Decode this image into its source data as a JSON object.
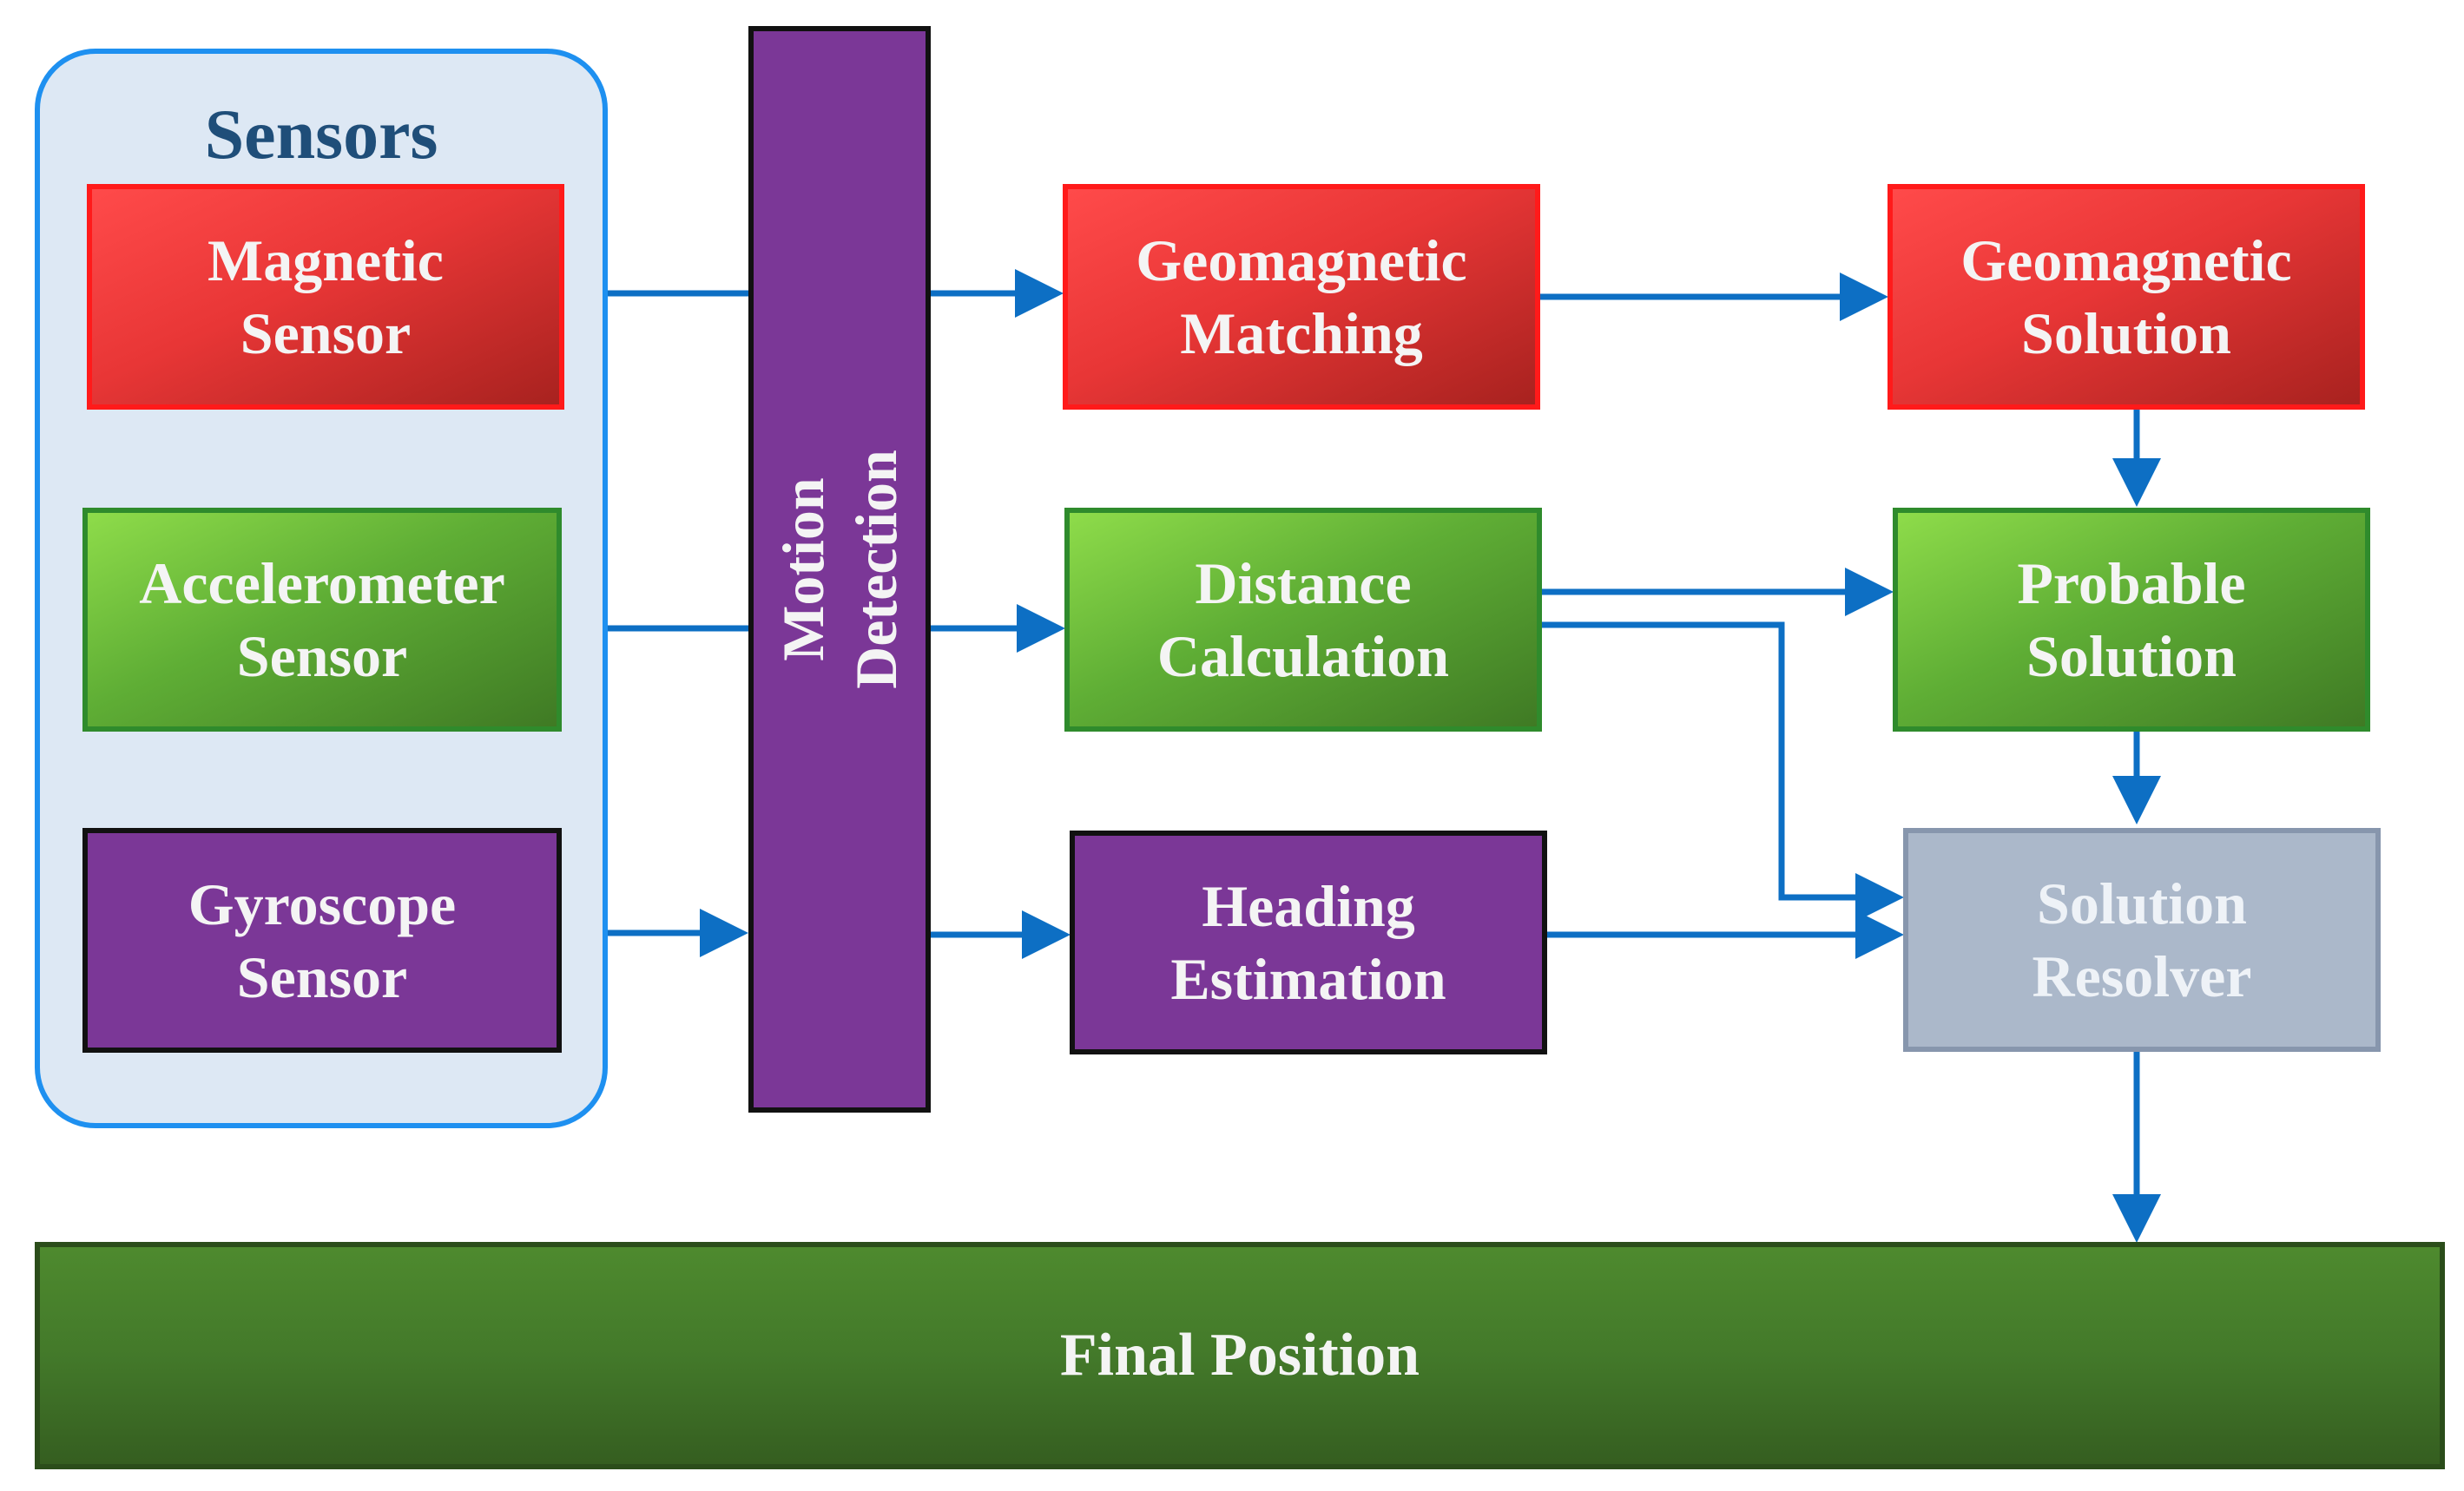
{
  "sensors_group": {
    "title": "Sensors",
    "magnetic": [
      "Magnetic",
      "Sensor"
    ],
    "accelerometer": [
      "Accelerometer",
      "Sensor"
    ],
    "gyroscope": [
      "Gyroscope",
      "Sensor"
    ]
  },
  "motion_detection": [
    "Motion",
    "Detection"
  ],
  "processing": {
    "geomagnetic_matching": [
      "Geomagnetic",
      "Matching"
    ],
    "distance_calculation": [
      "Distance",
      "Calculation"
    ],
    "heading_estimation": [
      "Heading",
      "Estimation"
    ]
  },
  "solutions": {
    "geomagnetic_solution": [
      "Geomagnetic",
      "Solution"
    ],
    "probable_solution": [
      "Probable",
      "Solution"
    ],
    "solution_resolver": [
      "Solution",
      "Resolver"
    ]
  },
  "final_position": "Final Position",
  "colors": {
    "arrow": "#0d6fc4",
    "red": "#e83636",
    "green": "#5fae35",
    "purple": "#7b3797",
    "resolver": "#abb8ca",
    "final": "#43792a",
    "group_bg": "#dde8f4",
    "group_border": "#1e90f0",
    "title": "#1f4e79"
  }
}
